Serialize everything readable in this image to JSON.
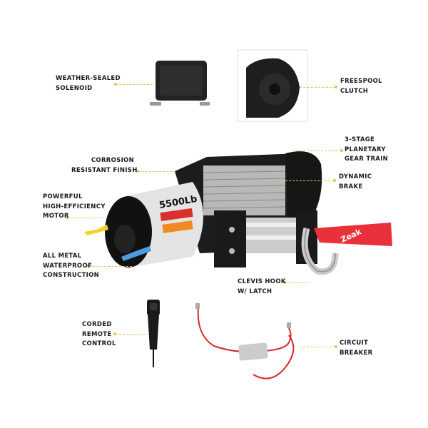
{
  "labels": {
    "solenoid": [
      "WEATHER-SEALED",
      "SOLENOID"
    ],
    "freespool": [
      "FREESPOOL",
      "CLUTCH"
    ],
    "gear": [
      "3-STAGE",
      "PLANETARY",
      "GEAR TRAIN"
    ],
    "brake": [
      "DYNAMIC",
      "BRAKE"
    ],
    "corrosion": [
      "CORROSION",
      "RESISTANT FINISH"
    ],
    "motor": [
      "POWERFUL",
      "HIGH-EFFICIENCY",
      "MOTOR"
    ],
    "metal": [
      "ALL METAL",
      "WATERPROOF",
      "CONSTRUCTION"
    ],
    "hook": [
      "CLEVIS HOOK",
      "W/ LATCH"
    ],
    "remote": [
      "CORDED",
      "REMOTE",
      "CONTROL"
    ],
    "breaker": [
      "CIRCUIT",
      "BREAKER"
    ]
  },
  "product": {
    "rating_label": "5500Lb",
    "strap_brand": "Zeak"
  },
  "colors": {
    "leader": "#e8c25a",
    "strap": "#e8313a",
    "body": "#1c1c1c"
  }
}
